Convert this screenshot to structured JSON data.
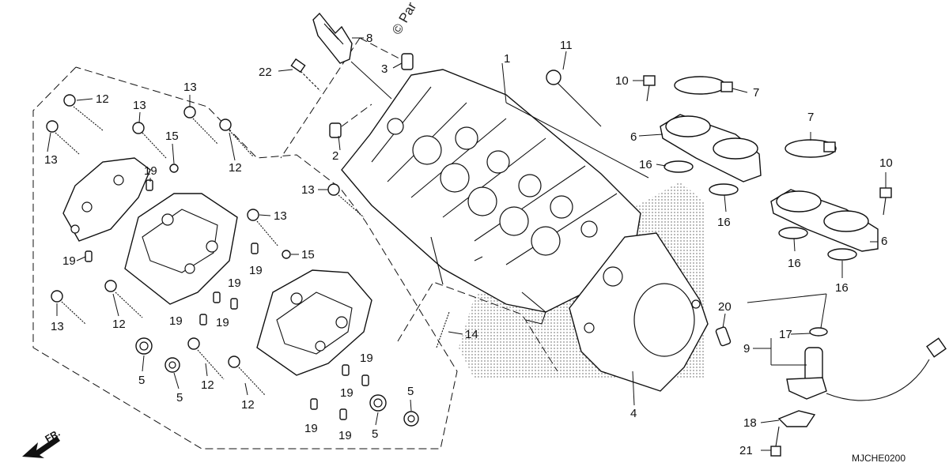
{
  "copyright": "© Par",
  "diagram_code": "MJCHE0200",
  "front_indicator": "FR.",
  "callouts": {
    "c1": "1",
    "c2": "2",
    "c3": "3",
    "c4": "4",
    "c5a": "5",
    "c5b": "5",
    "c5c": "5",
    "c5d": "5",
    "c6a": "6",
    "c6b": "6",
    "c7a": "7",
    "c7b": "7",
    "c8": "8",
    "c9": "9",
    "c10a": "10",
    "c10b": "10",
    "c11": "11",
    "c12a": "12",
    "c12b": "12",
    "c12c": "12",
    "c12d": "12",
    "c12e": "12",
    "c13a": "13",
    "c13b": "13",
    "c13c": "13",
    "c13d": "13",
    "c13e": "13",
    "c13f": "13",
    "c14": "14",
    "c15a": "15",
    "c15b": "15",
    "c16a": "16",
    "c16b": "16",
    "c16c": "16",
    "c16d": "16",
    "c17": "17",
    "c18": "18",
    "c19a": "19",
    "c19b": "19",
    "c19c": "19",
    "c19d": "19",
    "c19e": "19",
    "c19f": "19",
    "c19g": "19",
    "c19h": "19",
    "c19i": "19",
    "c20": "20",
    "c21": "21",
    "c22": "22"
  }
}
